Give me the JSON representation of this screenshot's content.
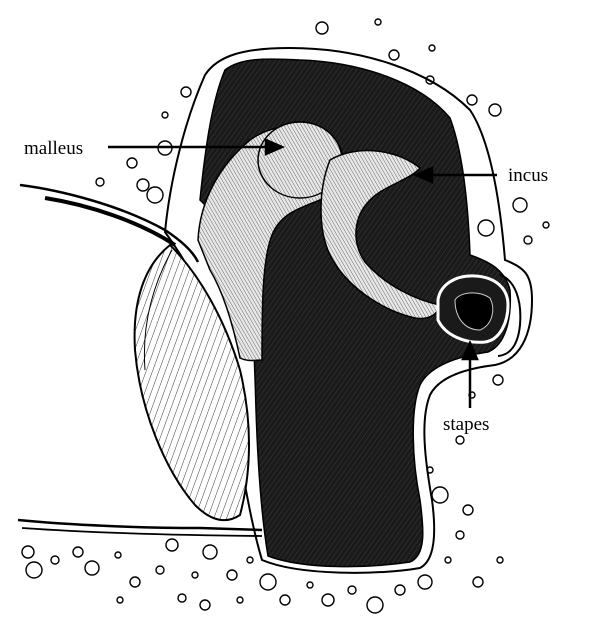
{
  "labels": {
    "malleus": "malleus",
    "incus": "incus",
    "stapes": "stapes"
  },
  "colors": {
    "ink": "#000000",
    "paper": "#ffffff",
    "cavity": "#111111",
    "bone_shade": "#bdbdbd"
  }
}
